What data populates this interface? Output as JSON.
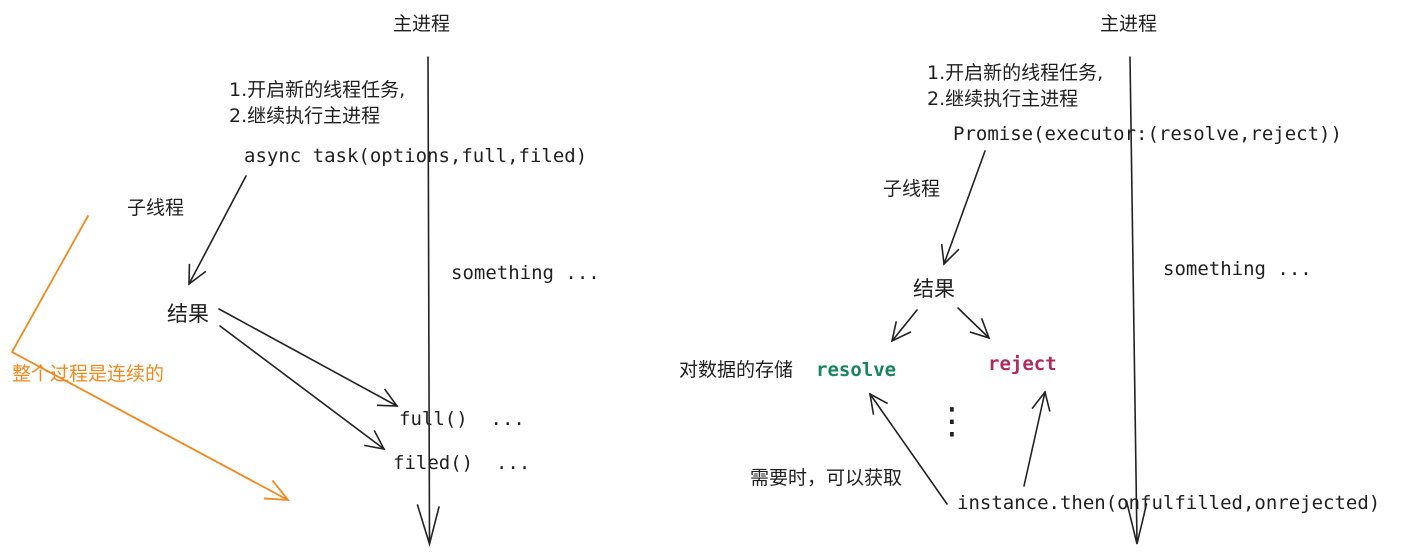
{
  "colors": {
    "ink": "#1f1f1f",
    "note_orange": "#ee8a1f",
    "resolve_green": "#17855f",
    "reject_red": "#b02a5c",
    "background": "#ffffff"
  },
  "left_diagram": {
    "title": "主进程",
    "step1": "1.开启新的线程任务,",
    "step2": "2.继续执行主进程",
    "code": "async task(options,full,filed)",
    "child_thread": "子线程",
    "result": "结果",
    "something": "something ...",
    "full_callback": "full()  ...",
    "filed_callback": "filed()  ...",
    "note": "整个过程是连续的"
  },
  "right_diagram": {
    "title": "主进程",
    "step1": "1.开启新的线程任务,",
    "step2": "2.继续执行主进程",
    "code": "Promise(executor:(resolve,reject))",
    "child_thread": "子线程",
    "result": "结果",
    "something": "something ...",
    "storage": "对数据的存储",
    "resolve": "resolve",
    "reject": "reject",
    "ellipsis": "⋮",
    "need": "需要时，可以获取",
    "then_code": "instance.then(onfulfilled,onrejected)"
  }
}
